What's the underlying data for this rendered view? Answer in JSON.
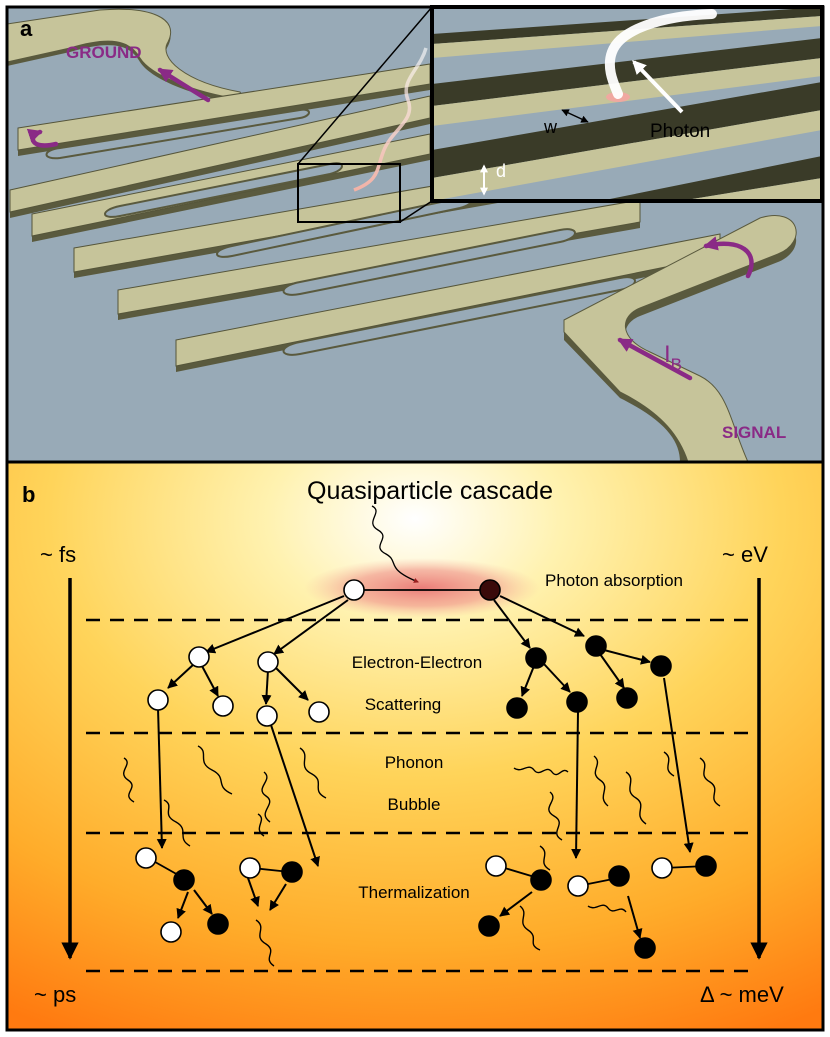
{
  "panel_a": {
    "letter": "a",
    "labels": {
      "ground": "GROUND",
      "signal": "SIGNAL",
      "bias_current": "I",
      "bias_subscript": "B",
      "width": "w",
      "thickness": "d",
      "photon": "Photon"
    }
  },
  "panel_b": {
    "letter": "b",
    "title": "Quasiparticle cascade",
    "time_top": "~ fs",
    "time_bottom": "~ ps",
    "energy_top": "~ eV",
    "energy_bottom": "Δ ~ meV",
    "stages": {
      "absorption": "Photon absorption",
      "ee_line1": "Electron-Electron",
      "ee_line2": "Scattering",
      "phonon_line1": "Phonon",
      "phonon_line2": "Bubble",
      "thermalization": "Thermalization"
    }
  },
  "colors": {
    "accent_purple": "#8a2a86",
    "substrate": "#98aab7",
    "wire_top": "#c6c49a",
    "wire_side": "#5a5a3e",
    "inset_gap": "#3a3b28"
  }
}
